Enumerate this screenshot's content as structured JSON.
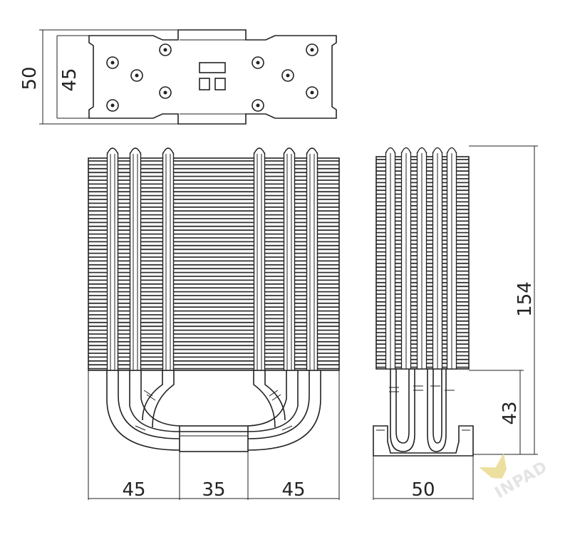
{
  "dimensions": {
    "top_outer_width": "50",
    "top_inner_width": "45",
    "side_height": "154",
    "base_height": "43",
    "front_left": "45",
    "front_center": "35",
    "front_right": "45",
    "side_depth": "50"
  },
  "watermark": {
    "text": "INPAD",
    "color": "#e0c45a"
  }
}
